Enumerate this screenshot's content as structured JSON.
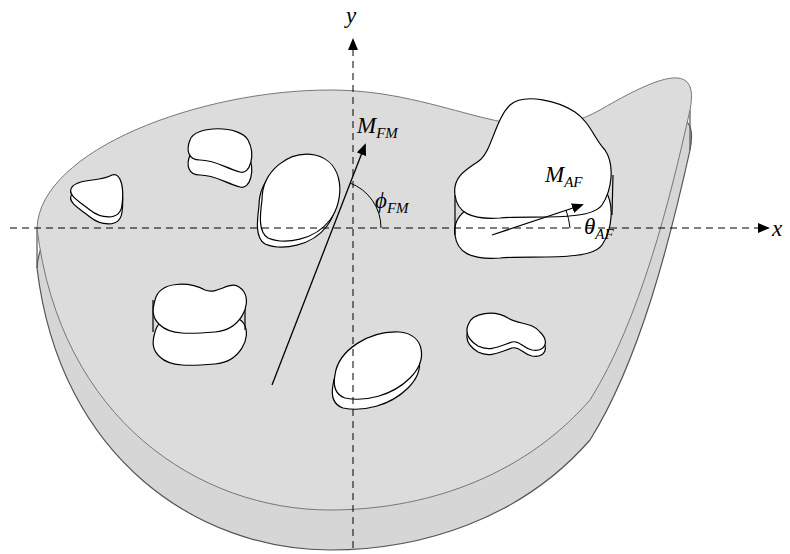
{
  "diagram": {
    "labels": [
      "y",
      "x",
      "M",
      "FM",
      "ϕ",
      "FM",
      "M",
      "AF",
      "θ",
      "AF"
    ]
  }
}
